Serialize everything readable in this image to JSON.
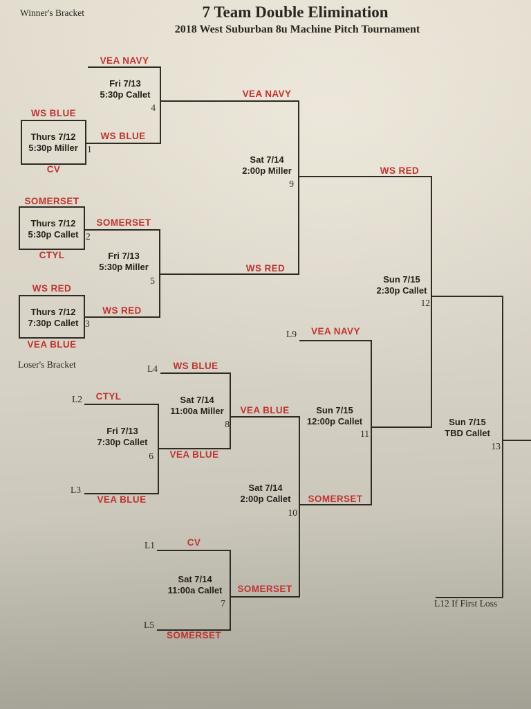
{
  "header": {
    "winners_bracket_label": "Winner's Bracket",
    "title": "7 Team Double Elimination",
    "subtitle": "2018 West Suburban 8u Machine Pitch Tournament"
  },
  "losers_bracket_label": "Loser's Bracket",
  "colors": {
    "team_red": "#bf3330",
    "ink": "#2e2a24",
    "paper": "#d7d2c6"
  },
  "winners_bracket": {
    "game1": {
      "number": "1",
      "top_team": "WS BLUE",
      "bottom_team": "CV",
      "date": "Thurs 7/12",
      "time_field": "5:30p Miller",
      "winner": "WS BLUE"
    },
    "game2": {
      "number": "2",
      "top_team": "SOMERSET",
      "bottom_team": "CTYL",
      "date": "Thurs 7/12",
      "time_field": "5:30p Callet",
      "winner": "SOMERSET"
    },
    "game3": {
      "number": "3",
      "top_team": "WS RED",
      "bottom_team": "VEA BLUE",
      "date": "Thurs 7/12",
      "time_field": "7:30p Callet",
      "winner": "WS RED"
    },
    "game4": {
      "number": "4",
      "top_team": "VEA NAVY",
      "date": "Fri 7/13",
      "time_field": "5:30p Callet",
      "winner": "VEA NAVY"
    },
    "game5": {
      "number": "5",
      "date": "Fri 7/13",
      "time_field": "5:30p Miller",
      "winner": "WS RED"
    },
    "game9": {
      "number": "9",
      "date": "Sat 7/14",
      "time_field": "2:00p Miller",
      "winner": "WS RED"
    },
    "game12": {
      "number": "12",
      "date": "Sun 7/15",
      "time_field": "2:30p Callet"
    }
  },
  "losers_bracket": {
    "game6": {
      "number": "6",
      "top_seed": "L2",
      "top_team": "CTYL",
      "bottom_seed": "L3",
      "bottom_team": "VEA BLUE",
      "date": "Fri 7/13",
      "time_field": "7:30p Callet",
      "winner": "VEA BLUE"
    },
    "game7": {
      "number": "7",
      "top_seed": "L1",
      "top_team": "CV",
      "bottom_seed": "L5",
      "bottom_team": "SOMERSET",
      "date": "Sat 7/14",
      "time_field": "11:00a Callet",
      "winner": "SOMERSET"
    },
    "game8": {
      "number": "8",
      "top_seed": "L4",
      "top_team": "WS BLUE",
      "date": "Sat 7/14",
      "time_field": "11:00a Miller",
      "winner": "VEA BLUE"
    },
    "game10": {
      "number": "10",
      "date": "Sat 7/14",
      "time_field": "2:00p Callet",
      "winner": "SOMERSET"
    },
    "game11": {
      "number": "11",
      "top_seed": "L9",
      "top_team": "VEA NAVY",
      "date": "Sun 7/15",
      "time_field": "12:00p Callet"
    },
    "game13": {
      "number": "13",
      "date": "Sun 7/15",
      "time_field": "TBD Callet",
      "note": "L12 If First Loss"
    }
  }
}
